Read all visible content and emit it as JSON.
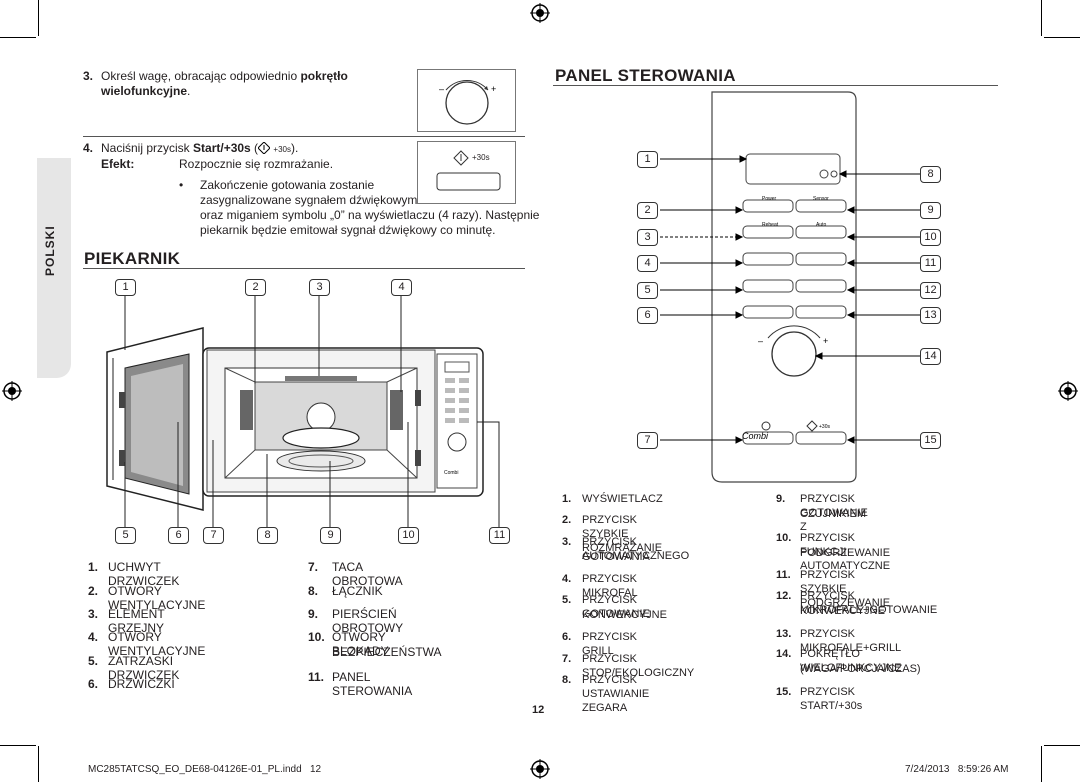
{
  "step3": {
    "num": "3.",
    "text_a": "Określ wagę, obracając odpowiednio ",
    "text_bold": "pokrętło",
    "text_bold2": "wielofunkcyjne",
    "text_end": "."
  },
  "step4": {
    "num": "4.",
    "text_a": "Naciśnij przycisk ",
    "text_bold": "Start/+30s",
    "text_icon": "+30s",
    "text_end": ")."
  },
  "effect": {
    "label": "Efekt:",
    "line1": "Rozpocznie się rozmrażanie.",
    "bullet": "•",
    "bullet_text1": "Zakończenie gotowania zostanie",
    "bullet_text2": "zasygnalizowane sygnałem dźwiękowym",
    "line3": "oraz miganiem symbolu „0” na wyświetlaczu (4 razy). Następnie",
    "line4": "piekarnik będzie emitował sygnał dźwiękowy co minutę."
  },
  "start_icon_label": "+30s",
  "side_tab": "POLSKI",
  "oven_section": {
    "title": "PIEKARNIK",
    "top_callouts": [
      "1",
      "2",
      "3",
      "4"
    ],
    "bottom_callouts": [
      "5",
      "6",
      "7",
      "8",
      "9",
      "10",
      "11"
    ],
    "mini_panel_text": "Combi",
    "items_left": [
      {
        "n": "1.",
        "t": "UCHWYT DRZWICZEK"
      },
      {
        "n": "2.",
        "t": "OTWORY WENTYLACYJNE"
      },
      {
        "n": "3.",
        "t": "ELEMENT GRZEJNY"
      },
      {
        "n": "4.",
        "t": "OTWORY WENTYLACYJNE"
      },
      {
        "n": "5.",
        "t": "ZATRZASKI DRZWICZEK"
      },
      {
        "n": "6.",
        "t": "DRZWICZKI"
      }
    ],
    "items_right": [
      {
        "n": "7.",
        "t": "TACA OBROTOWA"
      },
      {
        "n": "8.",
        "t": "ŁĄCZNIK"
      },
      {
        "n": "9.",
        "t": "PIERŚCIEŃ OBROTOWY"
      },
      {
        "n": "10.",
        "t": "OTWORY BLOKADY",
        "t2": "BEZPIECZEŃSTWA"
      },
      {
        "n": "11.",
        "t": "PANEL STEROWANIA"
      }
    ]
  },
  "panel_section": {
    "title": "PANEL STEROWANIA",
    "left_callouts": [
      "1",
      "2",
      "3",
      "4",
      "5",
      "6",
      "7"
    ],
    "right_callouts": [
      "8",
      "9",
      "10",
      "11",
      "12",
      "13",
      "14",
      "15"
    ],
    "button_labels": {
      "power": "Power",
      "sensor": "Sensor",
      "reheat": "Reheat",
      "auto": "Auto",
      "combi": "Combi",
      "plus30": "+30s"
    },
    "items_left": [
      {
        "n": "1.",
        "t": "WYŚWIETLACZ"
      },
      {
        "n": "2.",
        "t": "PRZYCISK SZYBKIE ROZMRAŻANIE"
      },
      {
        "n": "3.",
        "t": "PRZYCISK AUTOMATYCZNEGO",
        "t2": "GOTOWANIA"
      },
      {
        "n": "4.",
        "t": "PRZYCISK MIKROFAL"
      },
      {
        "n": "5.",
        "t": "PRZYCISK GOTOWANIE",
        "t2": "KONWEKCYJNE"
      },
      {
        "n": "6.",
        "t": "PRZYCISK GRILL"
      },
      {
        "n": "7.",
        "t": "PRZYCISK STOP/EKOLOGICZNY"
      },
      {
        "n": "8.",
        "t": "PRZYCISK USTAWIANIE ZEGARA"
      }
    ],
    "items_right": [
      {
        "n": "9.",
        "t": "PRZYCISK GOTOWANIE Z",
        "t2": "CZUJNIKIEM"
      },
      {
        "n": "10.",
        "t": "PRZYCISK FUNKCJI AUTOMATYCZNE",
        "t2": "PODGRZEWANIE"
      },
      {
        "n": "11.",
        "t": "PRZYCISK SZYBKIE PODGRZEWANIE"
      },
      {
        "n": "12.",
        "t": "PRZYCISK MIKROFALE+GOTOWANIE",
        "t2": "KONWEKCYJNE"
      },
      {
        "n": "13.",
        "t": "PRZYCISK MIKROFALE+GRILL"
      },
      {
        "n": "14.",
        "t": "POKRĘTŁO WIELOFUNKCYJNE",
        "t2": "(WAGA/PORCJA/CZAS)"
      },
      {
        "n": "15.",
        "t": "PRZYCISK START/+30s"
      }
    ]
  },
  "page_number": "12",
  "footer": {
    "left": "MC285TATCSQ_EO_DE68-04126E-01_PL.indd   12",
    "right": "7/24/2013   8:59:26 AM"
  }
}
